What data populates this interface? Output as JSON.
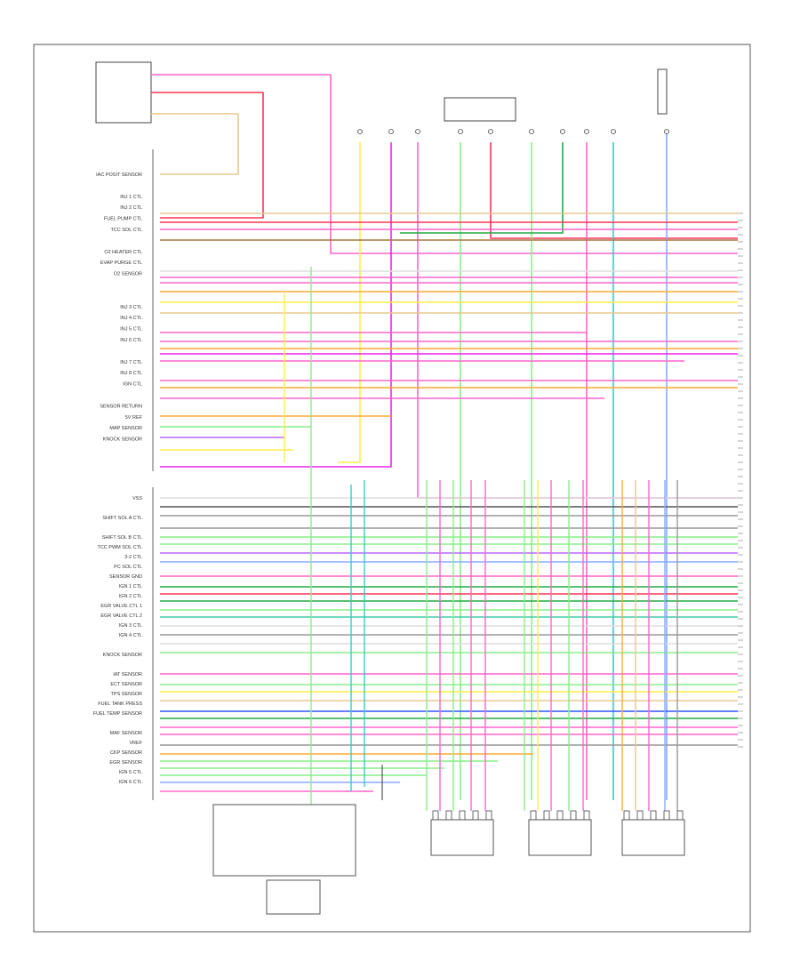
{
  "diagram": {
    "footer_code": "",
    "pcm_labels_upper": [
      "IAC POSIT SENSOR",
      "",
      "INJ 1 CTL",
      "INJ 2 CTL",
      "FUEL PUMP CTL",
      "TCC SOL CTL",
      "",
      "O2 HEATER CTL",
      "EVAP PURGE CTL",
      "O2 SENSOR",
      "",
      "",
      "INJ 3 CTL",
      "INJ 4 CTL",
      "INJ 5 CTL",
      "INJ 6 CTL",
      "",
      "INJ 7 CTL",
      "INJ 8 CTL",
      "IGN CTL",
      "",
      "SENSOR RETURN",
      "5V REF",
      "MAP SENSOR",
      "KNOCK SENSOR"
    ],
    "pcm_labels_lower": [
      "VSS",
      "",
      "SHIFT SOL A CTL",
      "",
      "SHIFT SOL B CTL",
      "TCC PWM SOL CTL",
      "3-2 CTL",
      "PC SOL CTL",
      "SENSOR GND",
      "IGN 1 CTL",
      "IGN 2 CTL",
      "EGR VALVE CTL 1",
      "EGR VALVE CTL 2",
      "IGN 3 CTL",
      "IGN 4 CTL",
      "",
      "KNOCK SENSOR",
      "",
      "IAT SENSOR",
      "ECT SENSOR",
      "TPS SENSOR",
      "FUEL TANK PRESS",
      "FUEL TEMP SENSOR",
      "",
      "MAF SENSOR",
      "VREF",
      "CKP SENSOR",
      "EGR SENSOR",
      "IGN 5 CTL",
      "IGN 6 CTL"
    ],
    "bottom_note": "",
    "right_wire_labels": [],
    "bottom_components": [],
    "top_components": []
  }
}
